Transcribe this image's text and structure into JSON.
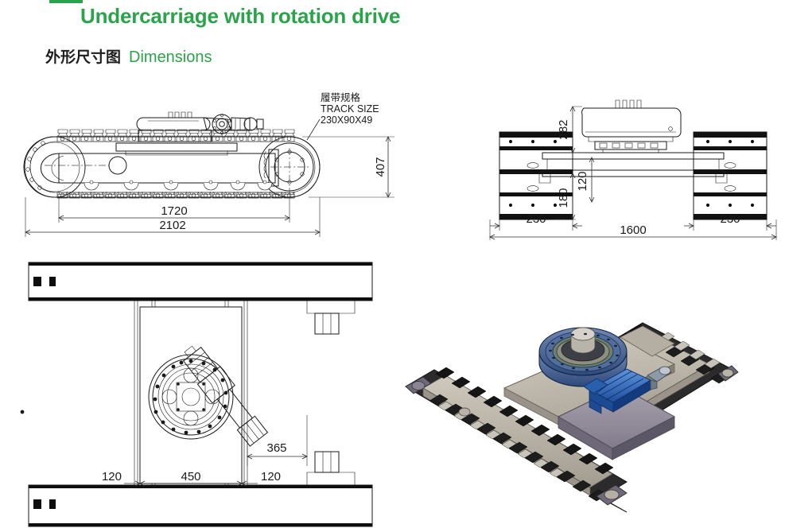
{
  "header": {
    "title": "Undercarriage with rotation drive",
    "subtitle_cn": "外形尺寸图",
    "subtitle_en": "Dimensions",
    "accent_color": "#2ba34a"
  },
  "annotations": {
    "track_size_cn": "履带规格",
    "track_size_en": "TRACK SIZE",
    "track_size_value": "230X90X49"
  },
  "views": {
    "side": {
      "name": "side-elevation-view",
      "dimensions": {
        "overall_length": "2102",
        "track_length": "1720",
        "overall_height": "407"
      }
    },
    "front": {
      "name": "front-elevation-view",
      "dimensions": {
        "deck_height": "282",
        "frame_height": "180",
        "ground_clearance": "120",
        "track_width_left": "230",
        "track_width_right": "230",
        "overall_width": "1600"
      }
    },
    "top": {
      "name": "top-plan-view",
      "dimensions": {
        "left_offset": "120",
        "center_width": "450",
        "right_offset": "120",
        "rear_offset": "365"
      }
    },
    "iso": {
      "name": "isometric-3d-render",
      "colors": {
        "frame": "#b9b2a6",
        "frame_dark": "#8f8a92",
        "track": "#2a2a2a",
        "bearing": "#3a5a8c",
        "motor": "#2f63b5"
      }
    }
  }
}
